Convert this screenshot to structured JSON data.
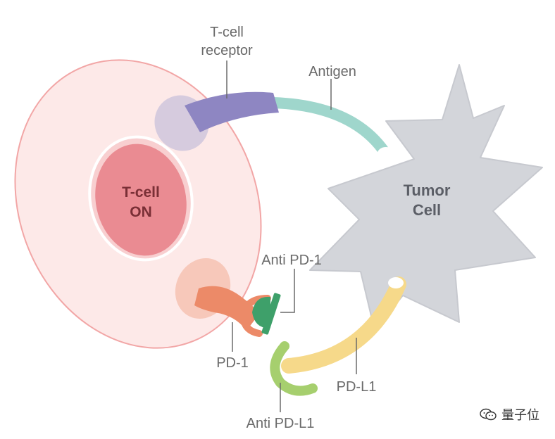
{
  "labels": {
    "tcell_receptor_line1": "T-cell",
    "tcell_receptor_line2": "receptor",
    "antigen": "Antigen",
    "tcell_on_line1": "T-cell",
    "tcell_on_line2": "ON",
    "tumor_line1": "Tumor",
    "tumor_line2": "Cell",
    "anti_pd1": "Anti PD-1",
    "pd1": "PD-1",
    "pdl1": "PD-L1",
    "anti_pdl1": "Anti PD-L1"
  },
  "watermark": {
    "text": "量子位",
    "icon": "wechat-icon"
  },
  "colors": {
    "tcell_membrane": "#f2a6a6",
    "tcell_fill": "#fde9e8",
    "nucleus": "#ea8b92",
    "tumor": "#d3d5da",
    "receptor": "#8e86c2",
    "antigen": "#9fd6cc",
    "pd1": "#ec8a68",
    "anti_pd1": "#3ea06a",
    "pdl1": "#f6d98a",
    "anti_pdl1": "#a6cf6e"
  }
}
